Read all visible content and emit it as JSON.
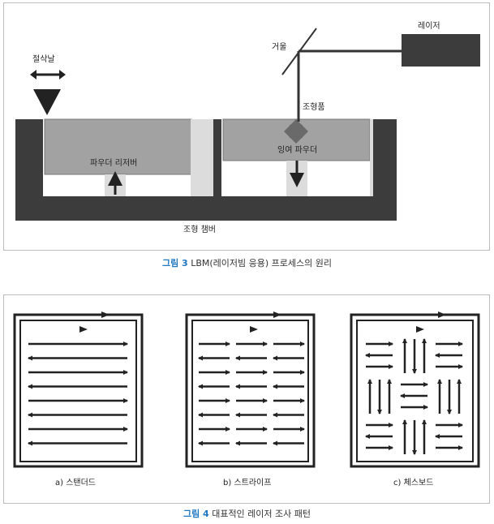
{
  "figure3": {
    "labels": {
      "laser": "레이저",
      "mirror": "거울",
      "blade": "절삭날",
      "part": "조형품",
      "powder_reservoir": "파우더 리저버",
      "excess_powder": "잉여 파우더",
      "build_chamber": "조형 챔버"
    },
    "caption_number": "그림 3",
    "caption_text": " LBM(레이저빔 응용) 프로세스의 원리"
  },
  "figure4": {
    "patterns": [
      {
        "label": "a) 스탠더드"
      },
      {
        "label": "b) 스트라이프"
      },
      {
        "label": "c) 체스보드"
      }
    ],
    "caption_number": "그림 4",
    "caption_text": " 대표적인 레이저 조사 패턴"
  },
  "colors": {
    "dark": "#3c3c3c",
    "powder": "#a2a2a2",
    "light_column": "#dcdcdc",
    "caption_accent": "#1f78c1"
  }
}
